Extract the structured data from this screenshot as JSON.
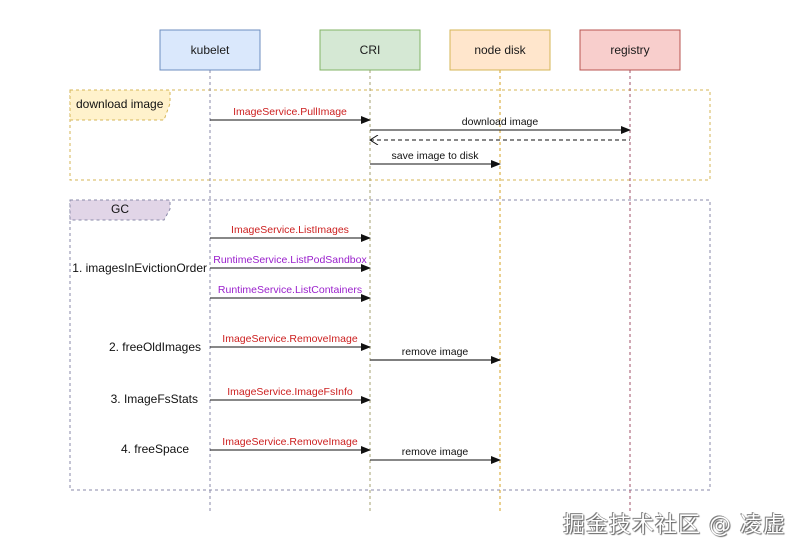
{
  "participants": [
    {
      "id": "kubelet",
      "label": "kubelet",
      "fill": "#dae8fc",
      "stroke": "#6c8ebf",
      "lifeline": "#8a8aa8"
    },
    {
      "id": "cri",
      "label": "CRI",
      "fill": "#d5e8d4",
      "stroke": "#82b366",
      "lifeline": "#a4a070"
    },
    {
      "id": "node-disk",
      "label": "node disk",
      "fill": "#ffe6cc",
      "stroke": "#d6b656",
      "lifeline": "#d6a020"
    },
    {
      "id": "registry",
      "label": "registry",
      "fill": "#f8cecc",
      "stroke": "#b85450",
      "lifeline": "#a05068"
    }
  ],
  "frames": [
    {
      "id": "download-image",
      "label": "download image",
      "tab_fill": "#fff2cc",
      "border": "#d6b656"
    },
    {
      "id": "gc",
      "label": "GC",
      "tab_fill": "#e1d5e7",
      "border": "#8a8aa8"
    }
  ],
  "steps": [
    {
      "id": "step-1",
      "label": "1. imagesInEvictionOrder"
    },
    {
      "id": "step-2",
      "label": "2. freeOldImages"
    },
    {
      "id": "step-3",
      "label": "3. ImageFsStats"
    },
    {
      "id": "step-4",
      "label": "4. freeSpace"
    }
  ],
  "messages": [
    {
      "id": "pull-image",
      "label": "ImageService.PullImage",
      "from": "kubelet",
      "to": "cri",
      "color": "#cc1f1f",
      "dashed": false
    },
    {
      "id": "download-image",
      "label": "download image",
      "from": "cri",
      "to": "registry",
      "color": "#111111",
      "dashed": false
    },
    {
      "id": "download-return",
      "label": "",
      "from": "registry",
      "to": "cri",
      "color": "#111111",
      "dashed": true
    },
    {
      "id": "save-image",
      "label": "save image to disk",
      "from": "cri",
      "to": "node-disk",
      "color": "#111111",
      "dashed": false
    },
    {
      "id": "list-images",
      "label": "ImageService.ListImages",
      "from": "kubelet",
      "to": "cri",
      "color": "#cc1f1f",
      "dashed": false
    },
    {
      "id": "list-pod-sandbox",
      "label": "RuntimeService.ListPodSandbox",
      "from": "kubelet",
      "to": "cri",
      "color": "#9a1fcc",
      "dashed": false
    },
    {
      "id": "list-containers",
      "label": "RuntimeService.ListContainers",
      "from": "kubelet",
      "to": "cri",
      "color": "#9a1fcc",
      "dashed": false
    },
    {
      "id": "remove-image-1",
      "label": "ImageService.RemoveImage",
      "from": "kubelet",
      "to": "cri",
      "color": "#cc1f1f",
      "dashed": false
    },
    {
      "id": "remove-image-disk-1",
      "label": "remove image",
      "from": "cri",
      "to": "node-disk",
      "color": "#111111",
      "dashed": false
    },
    {
      "id": "image-fs-info",
      "label": "ImageService.ImageFsInfo",
      "from": "kubelet",
      "to": "cri",
      "color": "#cc1f1f",
      "dashed": false
    },
    {
      "id": "remove-image-2",
      "label": "ImageService.RemoveImage",
      "from": "kubelet",
      "to": "cri",
      "color": "#cc1f1f",
      "dashed": false
    },
    {
      "id": "remove-image-disk-2",
      "label": "remove image",
      "from": "cri",
      "to": "node-disk",
      "color": "#111111",
      "dashed": false
    }
  ],
  "watermark": "掘金技术社区 @ 凌虚"
}
